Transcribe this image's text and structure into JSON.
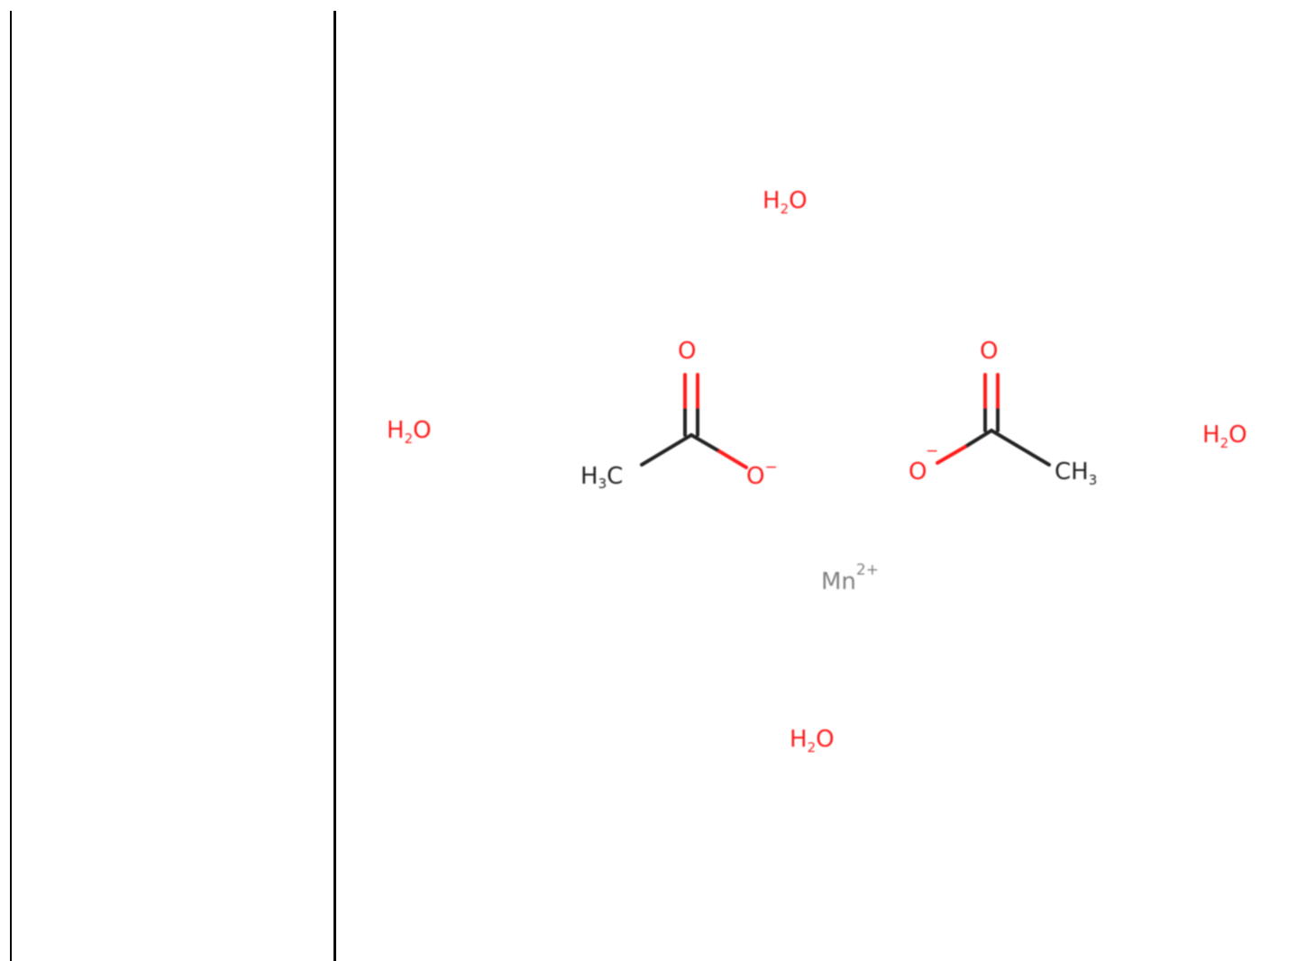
{
  "colors": {
    "oxygen": "#ff1a1a",
    "carbon": "#222222",
    "metal": "#808080",
    "divider": "#000000",
    "background": "#ffffff"
  },
  "molecule": {
    "waters": [
      {
        "main": "H",
        "sub": "2",
        "tail": "O"
      },
      {
        "main": "H",
        "sub": "2",
        "tail": "O"
      },
      {
        "main": "H",
        "sub": "2",
        "tail": "O"
      },
      {
        "main": "H",
        "sub": "2",
        "tail": "O"
      }
    ],
    "acetate_left": {
      "methyl_main": "H",
      "methyl_sub": "3",
      "methyl_tail": "C",
      "carbonyl_o": "O",
      "anion_o": "O",
      "anion_charge": "−"
    },
    "acetate_right": {
      "methyl_main": "CH",
      "methyl_sub": "3",
      "carbonyl_o": "O",
      "anion_o": "O",
      "anion_charge": "−"
    },
    "manganese": {
      "symbol": "Mn",
      "charge": "2+"
    }
  }
}
